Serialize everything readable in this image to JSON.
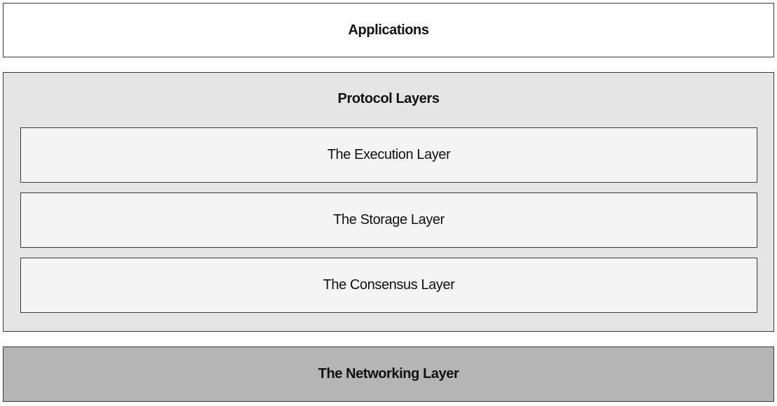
{
  "applications": {
    "label": "Applications"
  },
  "protocol": {
    "title": "Protocol Layers",
    "layers": [
      {
        "label": "The Execution Layer"
      },
      {
        "label": "The Storage Layer"
      },
      {
        "label": "The Consensus Layer"
      }
    ]
  },
  "networking": {
    "label": "The Networking Layer"
  },
  "colors": {
    "applications_fill": "#ffffff",
    "protocol_fill": "#e5e5e5",
    "inner_layer_fill": "#f4f4f4",
    "networking_fill": "#b5b5b5",
    "border": "#3a3a3a"
  }
}
